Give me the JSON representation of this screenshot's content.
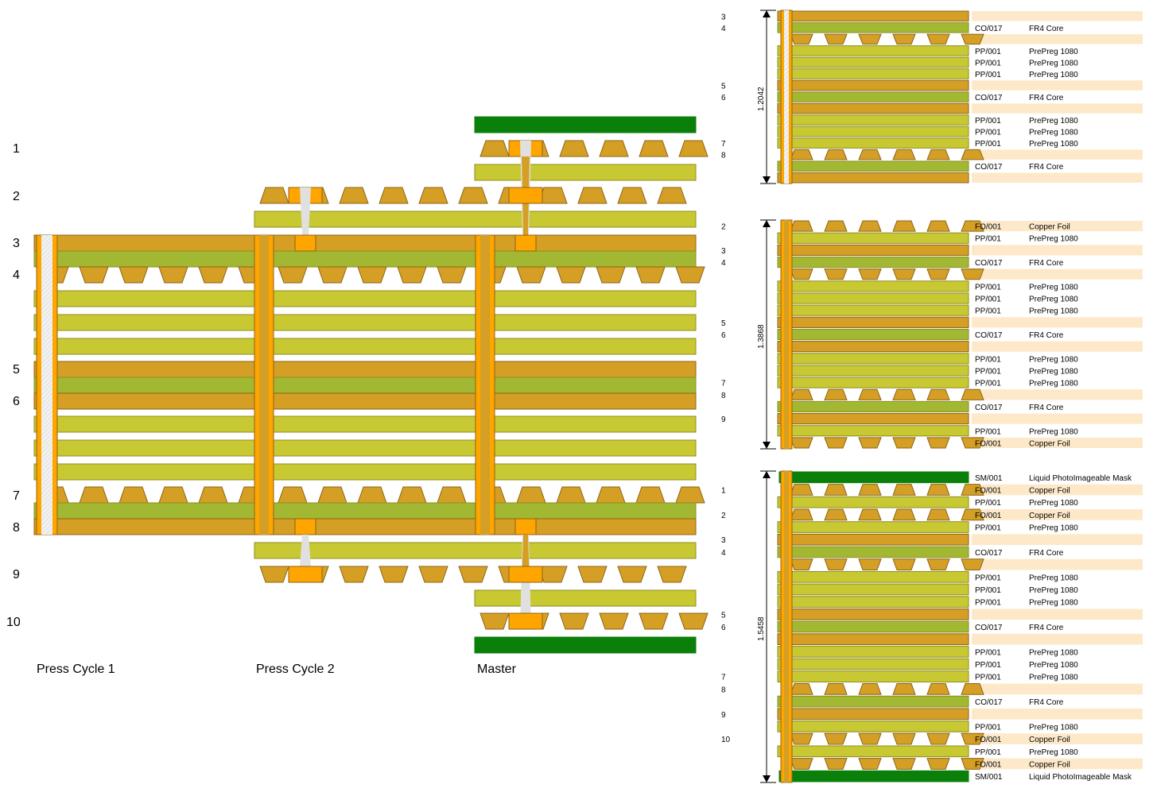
{
  "colors": {
    "copper": "#D49F24",
    "copper_edge": "#8C6418",
    "core_green": "#A2B832",
    "prepreg": "#C8C832",
    "prepreg_edge": "#8E8E20",
    "via_orange": "#FFA500",
    "via_fill": "#E0E0E0",
    "mask_green": "#0A7F0A",
    "row_highlight": "#FDE9C9",
    "dimension": "#000000"
  },
  "main": {
    "layer_numbers": [
      "1",
      "2",
      "3",
      "4",
      "5",
      "6",
      "7",
      "8",
      "9",
      "10"
    ],
    "sections": [
      {
        "id": "press1",
        "caption": "Press Cycle 1"
      },
      {
        "id": "press2",
        "caption": "Press Cycle 2"
      },
      {
        "id": "master",
        "caption": "Master"
      }
    ]
  },
  "stacks": [
    {
      "id": "press1",
      "thickness": "1.2042",
      "layer_marks": [
        {
          "n": "3",
          "row": 0
        },
        {
          "n": "4",
          "row": 1
        },
        {
          "n": "5",
          "row": 6
        },
        {
          "n": "6",
          "row": 7
        },
        {
          "n": "7",
          "row": 11
        },
        {
          "n": "8",
          "row": 12
        }
      ],
      "rows": [
        {
          "code": "",
          "material": "",
          "kind": "copper"
        },
        {
          "code": "CO/017",
          "material": "FR4 Core",
          "kind": "core"
        },
        {
          "code": "",
          "material": "",
          "kind": "pads-down"
        },
        {
          "code": "PP/001",
          "material": "PrePreg 1080",
          "kind": "prepreg"
        },
        {
          "code": "PP/001",
          "material": "PrePreg 1080",
          "kind": "prepreg"
        },
        {
          "code": "PP/001",
          "material": "PrePreg 1080",
          "kind": "prepreg"
        },
        {
          "code": "",
          "material": "",
          "kind": "copper"
        },
        {
          "code": "CO/017",
          "material": "FR4 Core",
          "kind": "core"
        },
        {
          "code": "",
          "material": "",
          "kind": "copper"
        },
        {
          "code": "PP/001",
          "material": "PrePreg 1080",
          "kind": "prepreg"
        },
        {
          "code": "PP/001",
          "material": "PrePreg 1080",
          "kind": "prepreg"
        },
        {
          "code": "PP/001",
          "material": "PrePreg 1080",
          "kind": "prepreg"
        },
        {
          "code": "",
          "material": "",
          "kind": "pads-up"
        },
        {
          "code": "CO/017",
          "material": "FR4 Core",
          "kind": "core"
        },
        {
          "code": "",
          "material": "",
          "kind": "copper"
        }
      ]
    },
    {
      "id": "press2",
      "thickness": "1.3868",
      "layer_marks": [
        {
          "n": "2",
          "row": 0
        },
        {
          "n": "3",
          "row": 2
        },
        {
          "n": "4",
          "row": 3
        },
        {
          "n": "5",
          "row": 8
        },
        {
          "n": "6",
          "row": 9
        },
        {
          "n": "7",
          "row": 13
        },
        {
          "n": "8",
          "row": 14
        },
        {
          "n": "9",
          "row": 16
        }
      ],
      "rows": [
        {
          "code": "FO/001",
          "material": "Copper Foil",
          "kind": "foil-up"
        },
        {
          "code": "PP/001",
          "material": "PrePreg 1080",
          "kind": "prepreg"
        },
        {
          "code": "",
          "material": "",
          "kind": "copper"
        },
        {
          "code": "CO/017",
          "material": "FR4 Core",
          "kind": "core"
        },
        {
          "code": "",
          "material": "",
          "kind": "pads-down"
        },
        {
          "code": "PP/001",
          "material": "PrePreg 1080",
          "kind": "prepreg"
        },
        {
          "code": "PP/001",
          "material": "PrePreg 1080",
          "kind": "prepreg"
        },
        {
          "code": "PP/001",
          "material": "PrePreg 1080",
          "kind": "prepreg"
        },
        {
          "code": "",
          "material": "",
          "kind": "copper"
        },
        {
          "code": "CO/017",
          "material": "FR4 Core",
          "kind": "core"
        },
        {
          "code": "",
          "material": "",
          "kind": "copper"
        },
        {
          "code": "PP/001",
          "material": "PrePreg 1080",
          "kind": "prepreg"
        },
        {
          "code": "PP/001",
          "material": "PrePreg 1080",
          "kind": "prepreg"
        },
        {
          "code": "PP/001",
          "material": "PrePreg 1080",
          "kind": "prepreg"
        },
        {
          "code": "",
          "material": "",
          "kind": "pads-up"
        },
        {
          "code": "CO/017",
          "material": "FR4 Core",
          "kind": "core"
        },
        {
          "code": "",
          "material": "",
          "kind": "copper"
        },
        {
          "code": "PP/001",
          "material": "PrePreg 1080",
          "kind": "prepreg"
        },
        {
          "code": "FO/001",
          "material": "Copper Foil",
          "kind": "foil-down"
        }
      ]
    },
    {
      "id": "master",
      "thickness": "1.5458",
      "layer_marks": [
        {
          "n": "1",
          "row": 1
        },
        {
          "n": "2",
          "row": 3
        },
        {
          "n": "3",
          "row": 5
        },
        {
          "n": "4",
          "row": 6
        },
        {
          "n": "5",
          "row": 11
        },
        {
          "n": "6",
          "row": 12
        },
        {
          "n": "7",
          "row": 16
        },
        {
          "n": "8",
          "row": 17
        },
        {
          "n": "9",
          "row": 19
        },
        {
          "n": "10",
          "row": 21
        }
      ],
      "rows": [
        {
          "code": "SM/001",
          "material": "Liquid PhotoImageable Mask",
          "kind": "mask"
        },
        {
          "code": "FO/001",
          "material": "Copper Foil",
          "kind": "foil-up"
        },
        {
          "code": "PP/001",
          "material": "PrePreg 1080",
          "kind": "prepreg"
        },
        {
          "code": "FO/001",
          "material": "Copper Foil",
          "kind": "foil-up"
        },
        {
          "code": "PP/001",
          "material": "PrePreg 1080",
          "kind": "prepreg"
        },
        {
          "code": "",
          "material": "",
          "kind": "copper"
        },
        {
          "code": "CO/017",
          "material": "FR4 Core",
          "kind": "core"
        },
        {
          "code": "",
          "material": "",
          "kind": "pads-down"
        },
        {
          "code": "PP/001",
          "material": "PrePreg 1080",
          "kind": "prepreg"
        },
        {
          "code": "PP/001",
          "material": "PrePreg 1080",
          "kind": "prepreg"
        },
        {
          "code": "PP/001",
          "material": "PrePreg 1080",
          "kind": "prepreg"
        },
        {
          "code": "",
          "material": "",
          "kind": "copper"
        },
        {
          "code": "CO/017",
          "material": "FR4 Core",
          "kind": "core"
        },
        {
          "code": "",
          "material": "",
          "kind": "copper"
        },
        {
          "code": "PP/001",
          "material": "PrePreg 1080",
          "kind": "prepreg"
        },
        {
          "code": "PP/001",
          "material": "PrePreg 1080",
          "kind": "prepreg"
        },
        {
          "code": "PP/001",
          "material": "PrePreg 1080",
          "kind": "prepreg"
        },
        {
          "code": "",
          "material": "",
          "kind": "pads-up"
        },
        {
          "code": "CO/017",
          "material": "FR4 Core",
          "kind": "core"
        },
        {
          "code": "",
          "material": "",
          "kind": "copper"
        },
        {
          "code": "PP/001",
          "material": "PrePreg 1080",
          "kind": "prepreg"
        },
        {
          "code": "FO/001",
          "material": "Copper Foil",
          "kind": "foil-down"
        },
        {
          "code": "PP/001",
          "material": "PrePreg 1080",
          "kind": "prepreg"
        },
        {
          "code": "FO/001",
          "material": "Copper Foil",
          "kind": "foil-down"
        },
        {
          "code": "SM/001",
          "material": "Liquid PhotoImageable Mask",
          "kind": "mask"
        }
      ]
    }
  ]
}
